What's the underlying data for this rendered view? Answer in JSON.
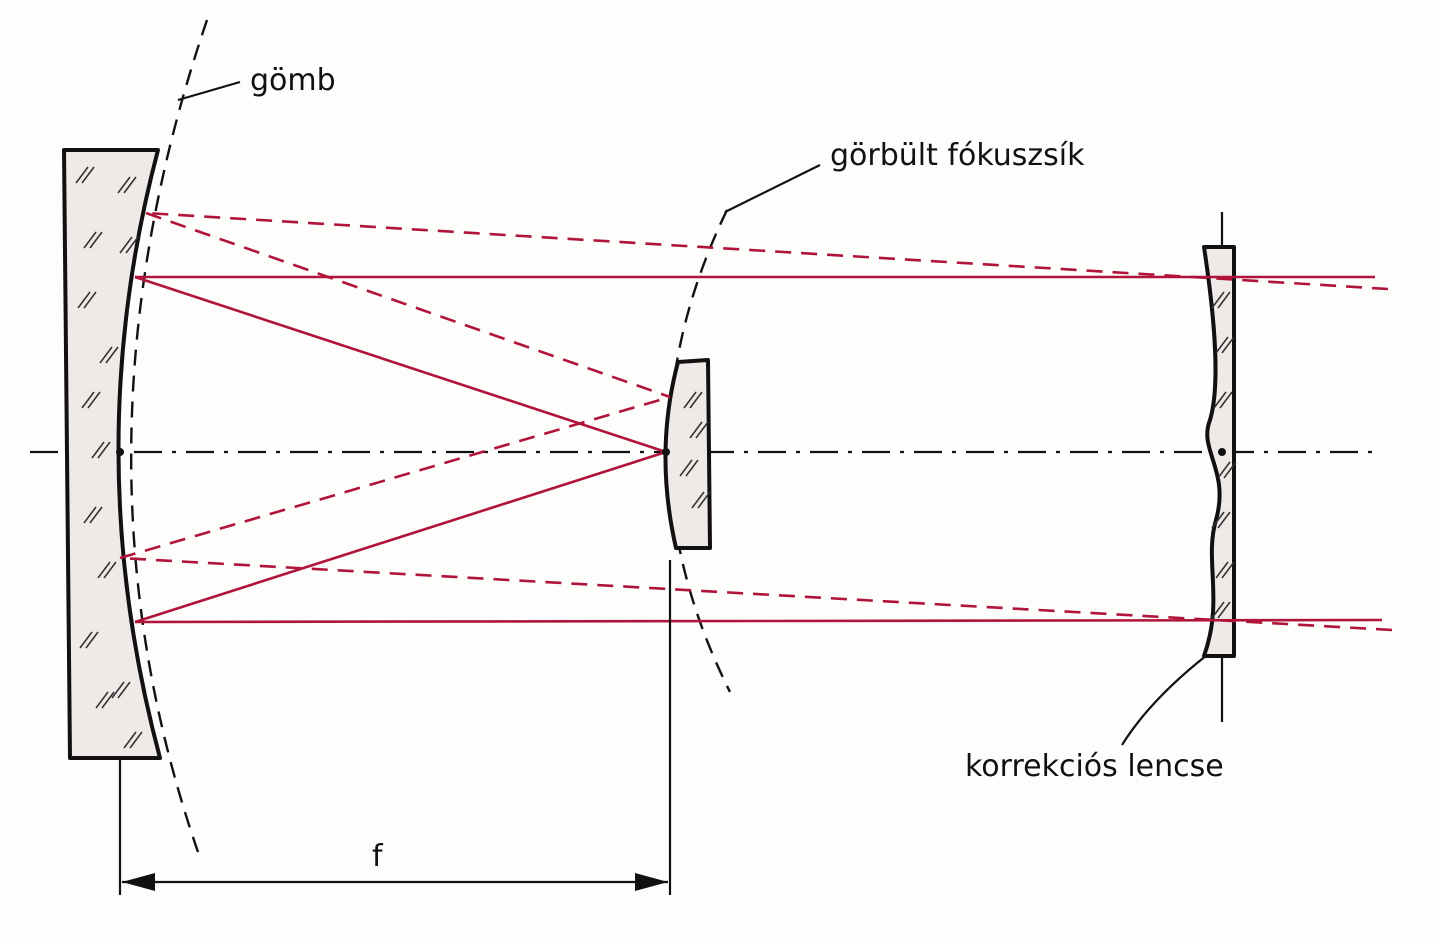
{
  "labels": {
    "sphere": "gömb",
    "focal_surface": "görbült fókuszsík",
    "corrector": "korrekciós lencse",
    "focal_length": "f"
  },
  "colors": {
    "ray": "#b0143a",
    "ink": "#111111",
    "glass": "#efe9e7"
  }
}
